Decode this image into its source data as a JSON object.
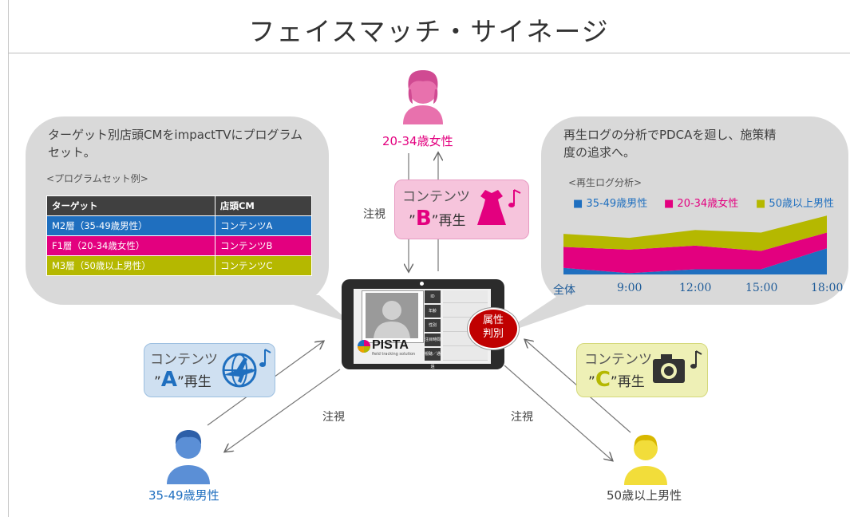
{
  "title": "フェイスマッチ・サイネージ",
  "left_bubble": {
    "text_line1": "ターゲット別店頭CMをimpactTVにプログラム",
    "text_line2": "セット。",
    "table_caption": "<プログラムセット例>",
    "table": {
      "headers": [
        "ターゲット",
        "店頭CM"
      ],
      "rows": [
        [
          "M2層（35-49歳男性）",
          "コンテンツA"
        ],
        [
          "F1層（20-34歳女性）",
          "コンテンツB"
        ],
        [
          "M3層（50歳以上男性）",
          "コンテンツC"
        ]
      ]
    }
  },
  "right_bubble": {
    "text_line1": "再生ログの分析でPDCAを廻し、施策精",
    "text_line2": "度の追求へ。",
    "chart_caption": "<再生ログ分析>"
  },
  "chart_data": {
    "type": "area",
    "title": "<再生ログ分析>",
    "categories": [
      "全体",
      "9:00",
      "12:00",
      "15:00",
      "18:00"
    ],
    "series": [
      {
        "name": "35-49歳男性",
        "color": "#1f6fbf",
        "values": [
          5,
          1,
          4,
          4,
          20
        ]
      },
      {
        "name": "20-34歳女性",
        "color": "#e3007f",
        "values": [
          16,
          18,
          18,
          14,
          12
        ]
      },
      {
        "name": "50歳以上男性",
        "color": "#b5b800",
        "values": [
          10,
          9,
          12,
          14,
          13
        ]
      }
    ],
    "legend_position": "top",
    "grid": false
  },
  "person_top_label": "20-34歳女性",
  "person_left_label": "35-49歳男性",
  "person_right_label": "50歳以上男性",
  "gaze_label": "注視",
  "content_b": {
    "line1": "コンテンツ",
    "quote": "”",
    "letter": "B",
    "suffix": "”再生"
  },
  "content_a": {
    "line1": "コンテンツ",
    "quote": "”",
    "letter": "A",
    "suffix": "”再生"
  },
  "content_c": {
    "line1": "コンテンツ",
    "quote": "”",
    "letter": "C",
    "suffix": "”再生"
  },
  "badge": {
    "line1": "属性",
    "line2": "判別"
  },
  "tablet": {
    "logo": "PISTA",
    "logo_sub": "field tracking solution",
    "side_items": [
      "ID",
      "年齢",
      "性別",
      "注目時間",
      "視聴／通過"
    ]
  },
  "colors": {
    "blue": "#1f6fbf",
    "magenta": "#e3007f",
    "olive": "#b5b800",
    "badge": "#c00000",
    "pink_box": "#f6c4dc",
    "blue_box": "#cfe0f1",
    "yellow_box": "#eef0b6"
  }
}
